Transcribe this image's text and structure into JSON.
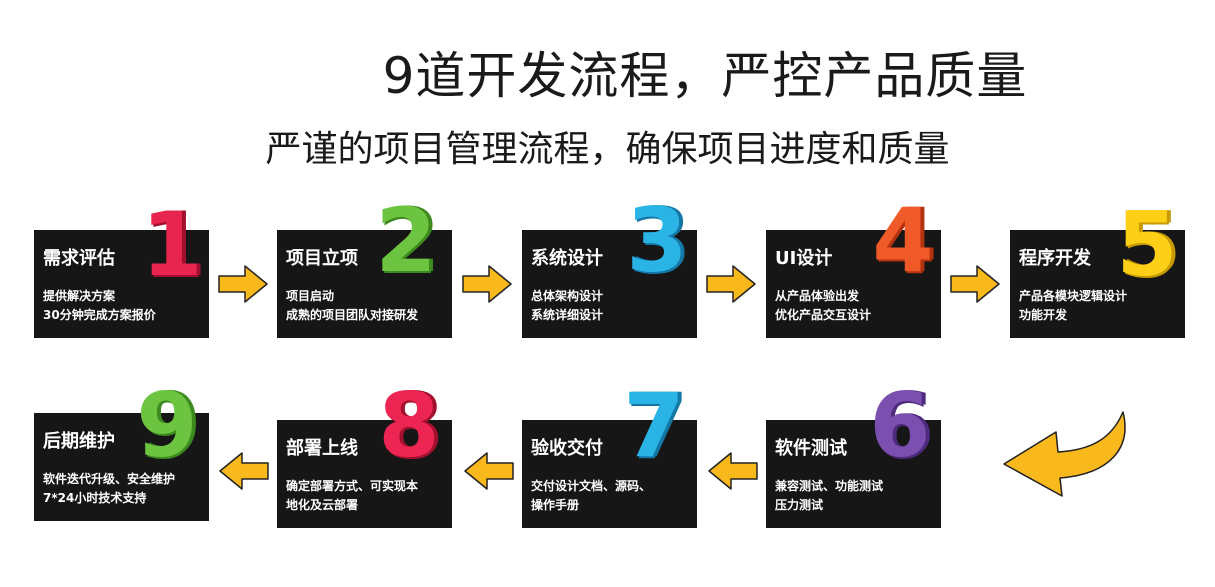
{
  "title": "9道开发流程，严控产品质量",
  "subtitle": "严谨的项目管理流程，确保项目进度和质量",
  "colors": {
    "box": "#161616",
    "arrow_fill": "#f9b91c",
    "arrow_stroke": "#222222"
  },
  "steps": [
    {
      "number": "1",
      "name": "需求评估",
      "lines": [
        "提供解决方案",
        "30分钟完成方案报价"
      ],
      "color": "#e8254e",
      "shade": "#a3102f"
    },
    {
      "number": "2",
      "name": "项目立项",
      "lines": [
        "项目启动",
        "成熟的项目团队对接研发"
      ],
      "color": "#6cc440",
      "shade": "#3d8a1e"
    },
    {
      "number": "3",
      "name": "系统设计",
      "lines": [
        "总体架构设计",
        "系统详细设计"
      ],
      "color": "#2ab4e6",
      "shade": "#1577a6"
    },
    {
      "number": "4",
      "name": "UI设计",
      "lines": [
        "从产品体验出发",
        "优化产品交互设计"
      ],
      "color": "#f05a28",
      "shade": "#b3320f"
    },
    {
      "number": "5",
      "name": "程序开发",
      "lines": [
        "产品各模块逻辑设计",
        "功能开发"
      ],
      "color": "#fdd017",
      "shade": "#c79a00"
    },
    {
      "number": "6",
      "name": "软件测试",
      "lines": [
        "兼容测试、功能测试",
        "压力测试"
      ],
      "color": "#7b4fb0",
      "shade": "#4e2a7d"
    },
    {
      "number": "7",
      "name": "验收交付",
      "lines": [
        "交付设计文档、源码、",
        "操作手册"
      ],
      "color": "#2ab4e6",
      "shade": "#1577a6"
    },
    {
      "number": "8",
      "name": "部署上线",
      "lines": [
        "确定部署方式、可实现本",
        "地化及云部署"
      ],
      "color": "#ec2553",
      "shade": "#a3102f"
    },
    {
      "number": "9",
      "name": "后期维护",
      "lines": [
        "软件迭代升级、安全维护",
        "7*24小时技术支持"
      ],
      "color": "#6cc440",
      "shade": "#3d8a1e"
    }
  ]
}
